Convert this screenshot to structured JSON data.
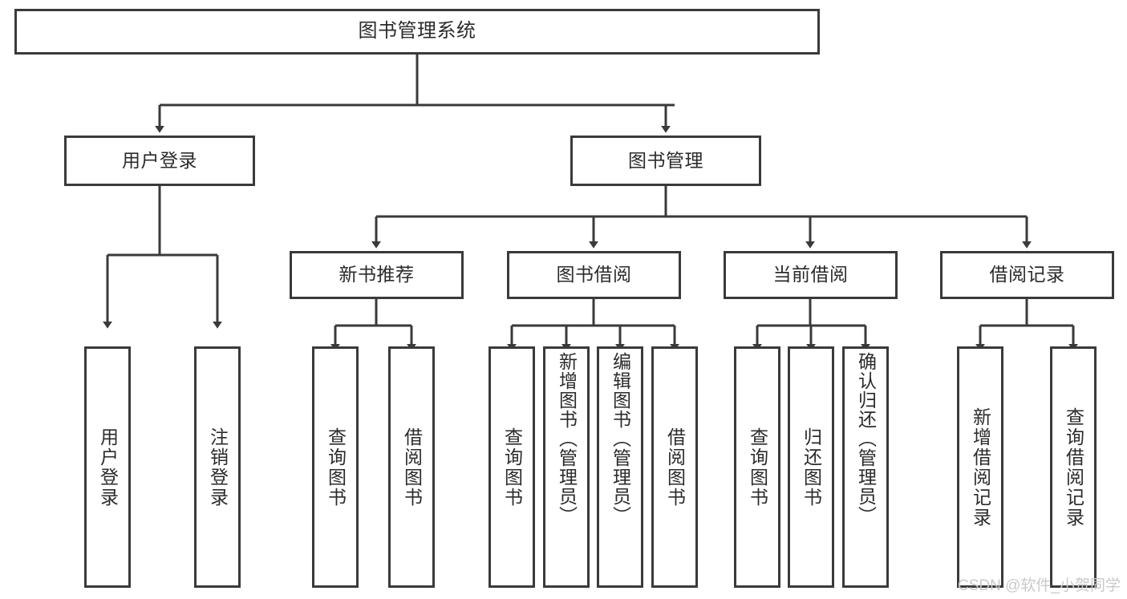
{
  "diagram": {
    "title": "图书管理系统",
    "type": "hierarchy-tree",
    "style": {
      "box_border_color": "#3a3a3a",
      "box_fill": "#ffffff",
      "connector_color": "#3a3a3a",
      "text_color": "#2b2b2b",
      "background": "#ffffff"
    },
    "levels": {
      "level1": [
        {
          "id": "root",
          "label": "图书管理系统"
        }
      ],
      "level2": [
        {
          "id": "user-login",
          "label": "用户登录"
        },
        {
          "id": "book-manage",
          "label": "图书管理"
        }
      ],
      "level3": [
        {
          "id": "new-book-rec",
          "label": "新书推荐",
          "parent": "book-manage"
        },
        {
          "id": "book-borrow",
          "label": "图书借阅",
          "parent": "book-manage"
        },
        {
          "id": "current-borrow",
          "label": "当前借阅",
          "parent": "book-manage"
        },
        {
          "id": "borrow-record",
          "label": "借阅记录",
          "parent": "book-manage"
        }
      ],
      "level4": [
        {
          "id": "leaf-user-login",
          "label": "用户登录",
          "parent": "user-login"
        },
        {
          "id": "leaf-logout",
          "label": "注销登录",
          "parent": "user-login"
        },
        {
          "id": "leaf-query-book-1",
          "label": "查询图书",
          "parent": "new-book-rec"
        },
        {
          "id": "leaf-borrow-book-1",
          "label": "借阅图书",
          "parent": "new-book-rec"
        },
        {
          "id": "leaf-query-book-2",
          "label": "查询图书",
          "parent": "book-borrow"
        },
        {
          "id": "leaf-add-book",
          "label": "新增图书（管理员）",
          "parent": "book-borrow"
        },
        {
          "id": "leaf-edit-book",
          "label": "编辑图书（管理员）",
          "parent": "book-borrow"
        },
        {
          "id": "leaf-borrow-book-2",
          "label": "借阅图书",
          "parent": "book-borrow"
        },
        {
          "id": "leaf-query-book-3",
          "label": "查询图书",
          "parent": "current-borrow"
        },
        {
          "id": "leaf-return-book",
          "label": "归还图书",
          "parent": "current-borrow"
        },
        {
          "id": "leaf-confirm-return",
          "label": "确认归还（管理员）",
          "parent": "current-borrow"
        },
        {
          "id": "leaf-add-record",
          "label": "新增借阅记录",
          "parent": "borrow-record"
        },
        {
          "id": "leaf-query-record",
          "label": "查询借阅记录",
          "parent": "borrow-record"
        }
      ]
    }
  },
  "watermark": {
    "text": "CSDN @软件_小贺同学"
  }
}
